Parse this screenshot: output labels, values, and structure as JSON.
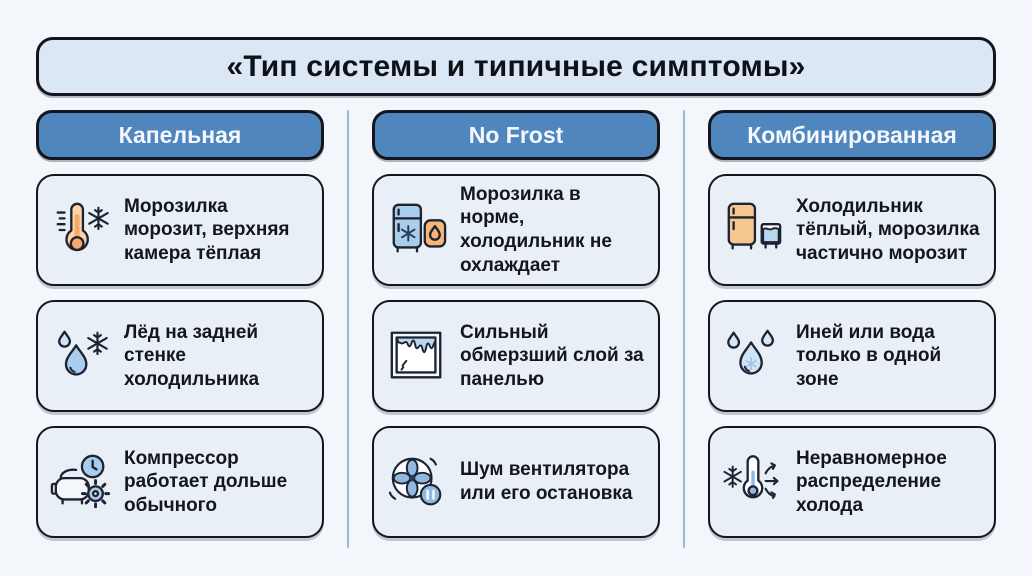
{
  "title": "«Тип системы и типичные симптомы»",
  "colors": {
    "background": "#f3f6fb",
    "title_panel_fill": "#dbe7f4",
    "card_fill": "#e9eff6",
    "header_pill_fill": "#4e86bd",
    "border_dark": "#15151f",
    "divider_line": "#93b9d9",
    "text": "#14161c",
    "icon_blue": "#a9cdec",
    "icon_light_blue": "#cfe4f5",
    "icon_orange": "#f6c690"
  },
  "columns": [
    {
      "header": "Капельная",
      "cards": [
        {
          "icon": "thermometer-snowflake-icon",
          "text": "Морозилка морозит, верхняя камера тёплая"
        },
        {
          "icon": "drops-snowflake-icon",
          "text": "Лёд на задней стенке холодильника"
        },
        {
          "icon": "compressor-clock-icon",
          "text": "Компрессор работает дольше обычного"
        }
      ]
    },
    {
      "header": "No Frost",
      "cards": [
        {
          "icon": "freezer-flame-icon",
          "text": "Морозилка в норме, холодильник не охлаждает"
        },
        {
          "icon": "frozen-panel-icon",
          "text": "Сильный обмерзший слой за панелью"
        },
        {
          "icon": "fan-pause-icon",
          "text": "Шум вентилятора или его остановка"
        }
      ]
    },
    {
      "header": "Комбинированная",
      "cards": [
        {
          "icon": "warm-fridge-ice-icon",
          "text": "Холодильник тёплый, морозилка частично морозит"
        },
        {
          "icon": "frost-drops-icon",
          "text": "Иней или вода только в одной зоне"
        },
        {
          "icon": "thermometer-arrows-icon",
          "text": "Неравномерное распределение холода"
        }
      ]
    }
  ]
}
